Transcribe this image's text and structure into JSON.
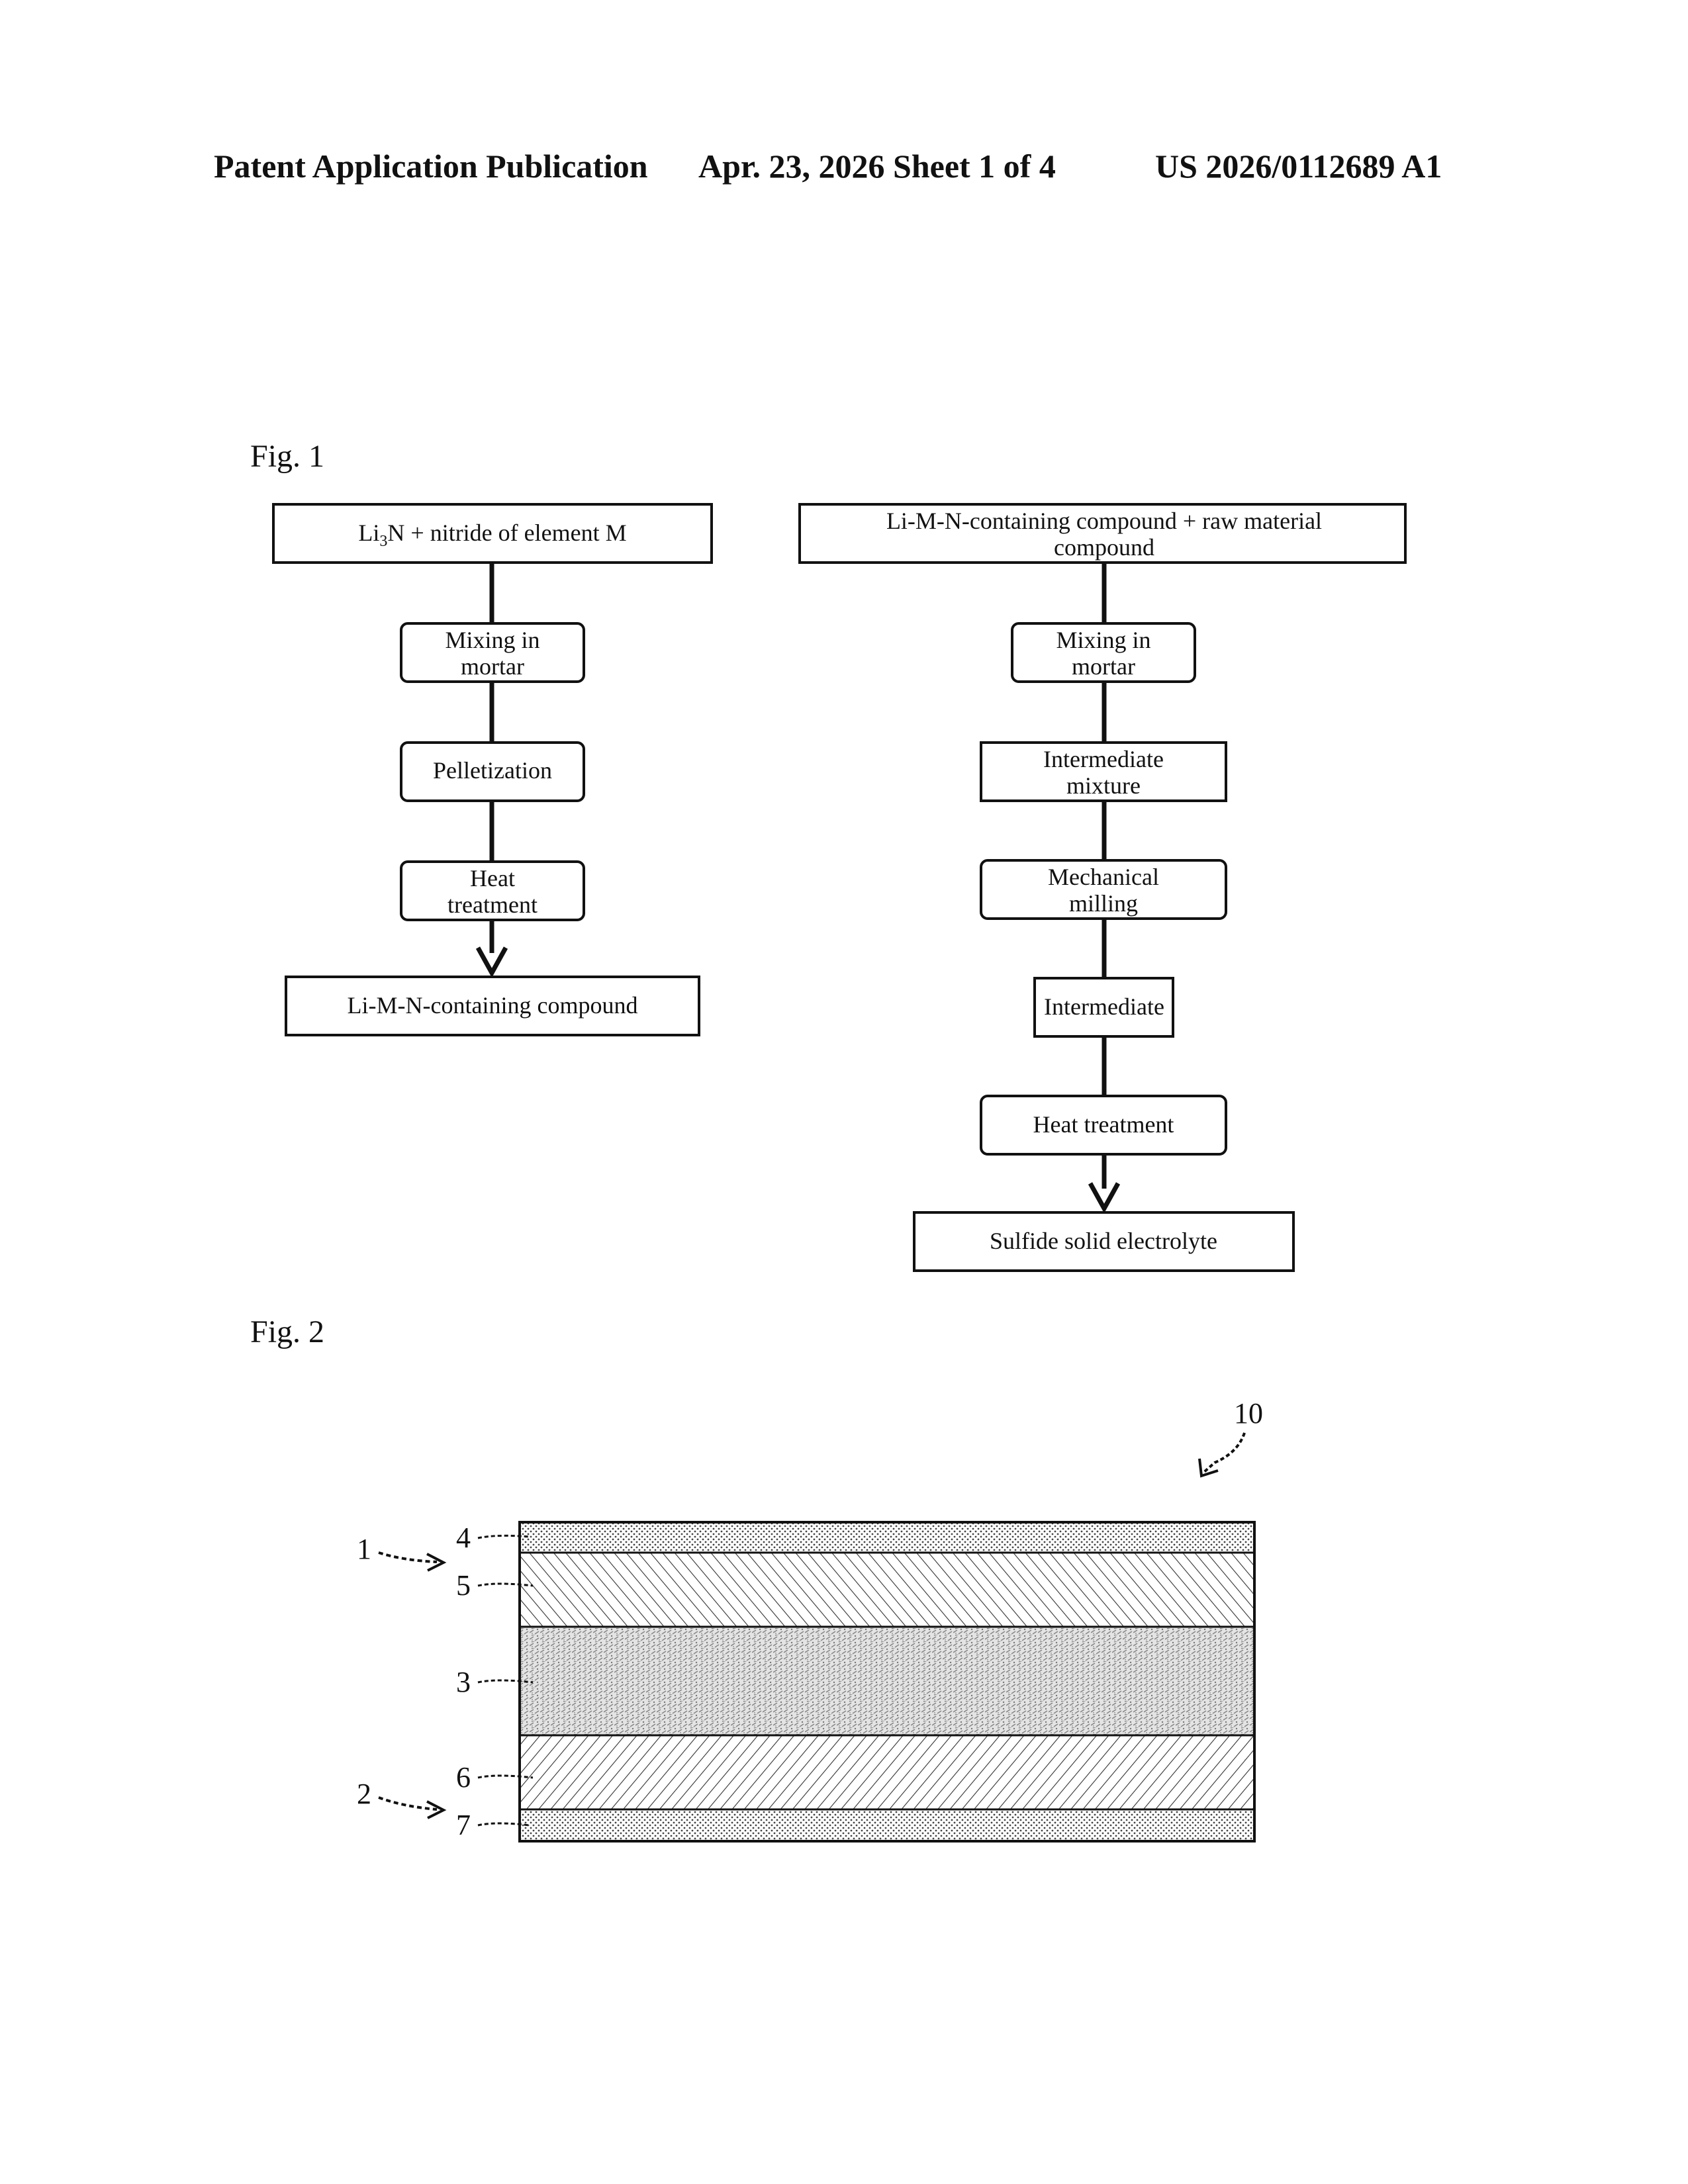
{
  "header": {
    "publication": "Patent Application Publication",
    "date_sheet": "Apr. 23, 2026  Sheet 1 of 4",
    "number": "US 2026/0112689 A1"
  },
  "fig1": {
    "label": "Fig. 1",
    "left_flow": {
      "start": {
        "parts": [
          "Li",
          "3",
          "N + nitride of element M"
        ]
      },
      "step1": [
        "Mixing in",
        "mortar"
      ],
      "step2": "Pelletization",
      "step3": [
        "Heat",
        "treatment"
      ],
      "end": "Li-M-N-containing compound"
    },
    "right_flow": {
      "start": [
        "Li-M-N-containing compound + raw material",
        "compound"
      ],
      "step1": [
        "Mixing in",
        "mortar"
      ],
      "step2": [
        "Intermediate",
        "mixture"
      ],
      "step3": [
        "Mechanical",
        "milling"
      ],
      "step4": "Intermediate",
      "step5": "Heat treatment",
      "end": "Sulfide solid electrolyte"
    }
  },
  "fig2": {
    "label": "Fig. 2",
    "refs": {
      "battery": "10",
      "cathode": "1",
      "anode": "2",
      "l4": "4",
      "l5": "5",
      "l3": "3",
      "l6": "6",
      "l7": "7"
    }
  }
}
